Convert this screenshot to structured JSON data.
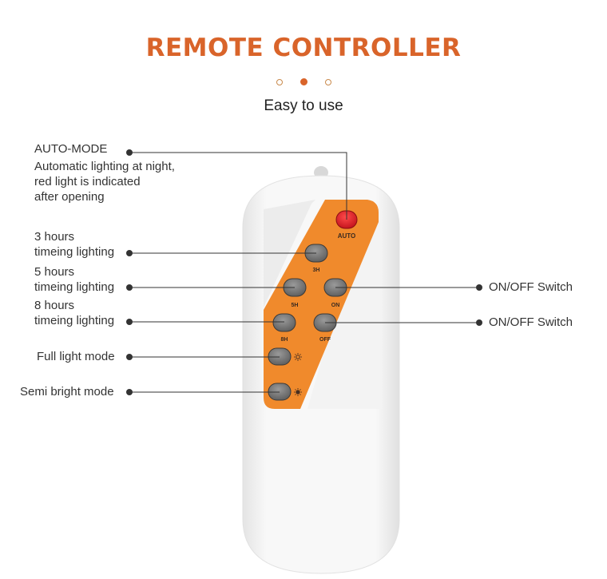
{
  "header": {
    "title": "REMOTE CONTROLLER",
    "subtitle": "Easy to use"
  },
  "callouts": {
    "auto_mode_title": "AUTO-MODE",
    "auto_mode_desc_1": "Automatic lighting at night,",
    "auto_mode_desc_2": "red light is indicated",
    "auto_mode_desc_3": "after opening",
    "three_hours_1": "3 hours",
    "three_hours_2": "timeing lighting",
    "five_hours_1": "5 hours",
    "five_hours_2": "timeing lighting",
    "eight_hours_1": "8 hours",
    "eight_hours_2": "timeing lighting",
    "full_light": "Full light mode",
    "semi_bright": "Semi bright mode",
    "on_off_1": "ON/OFF Switch",
    "on_off_2": "ON/OFF Switch"
  },
  "buttons": {
    "auto": "AUTO",
    "three_h": "3H",
    "five_h": "5H",
    "on": "ON",
    "eight_h": "8H",
    "off": "OFF"
  },
  "colors": {
    "accent": "#d9642a",
    "panel": "#f08a2c",
    "auto_button": "#e0202a",
    "button": "#7a7a7a"
  }
}
